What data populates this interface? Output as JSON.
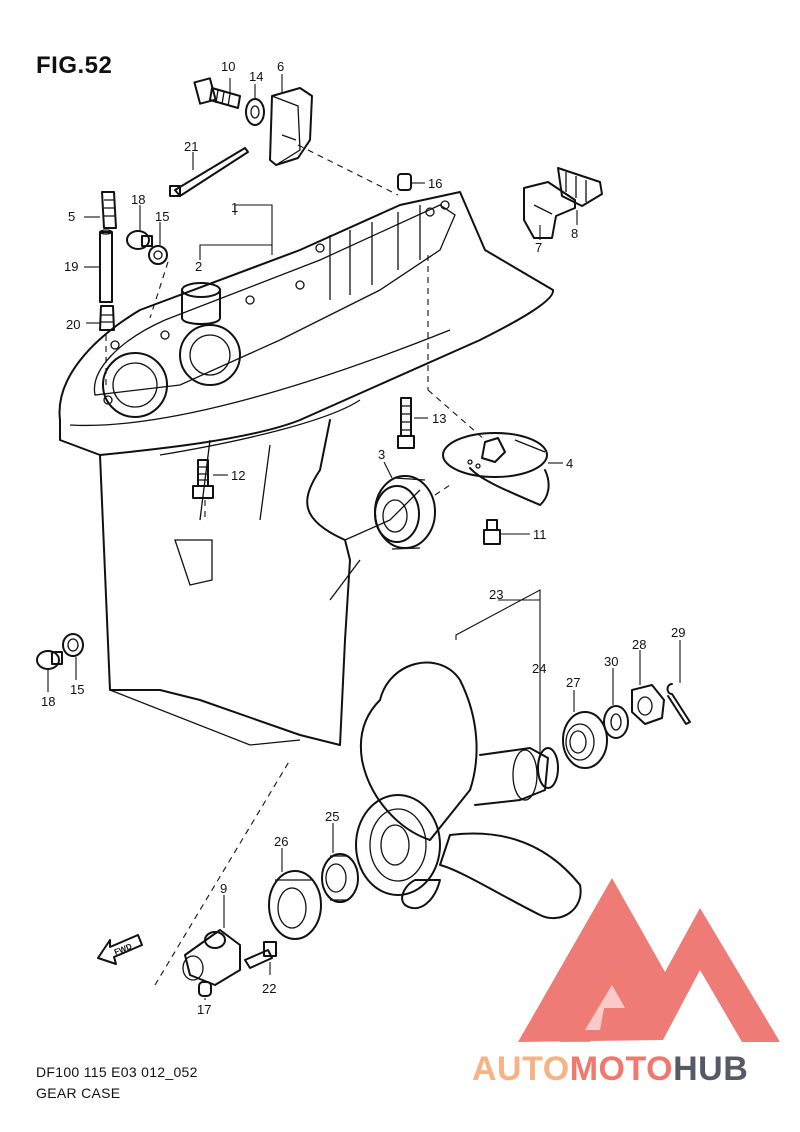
{
  "figure": {
    "title": "FIG.52",
    "code": "DF100 115 E03 012_052",
    "name": "GEAR CASE"
  },
  "fwd_label": "FWD",
  "callouts": [
    "1",
    "2",
    "3",
    "4",
    "5",
    "6",
    "7",
    "8",
    "9",
    "10",
    "11",
    "12",
    "13",
    "14",
    "15",
    "15",
    "16",
    "17",
    "18",
    "18",
    "19",
    "20",
    "21",
    "22",
    "23",
    "24",
    "25",
    "26",
    "27",
    "28",
    "29",
    "30"
  ],
  "watermark": {
    "text_a": "AUTO",
    "text_b": "MOTO",
    "text_c": "HUB",
    "colors": {
      "light": "#f7b383",
      "mid": "#f0786c",
      "dark": "#555a66",
      "triangle": "#ef7b76"
    }
  }
}
